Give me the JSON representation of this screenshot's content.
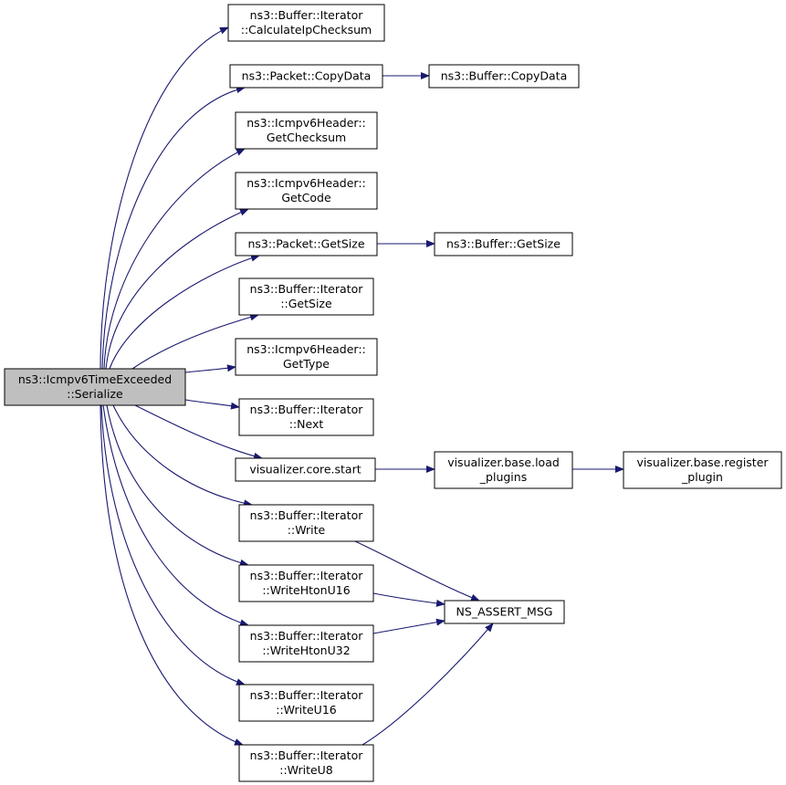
{
  "graph": {
    "edge_color": "#191970",
    "root_fill": "#bfbfbf",
    "node_fill": "#ffffff",
    "nodes": [
      {
        "id": "root",
        "lines": [
          "ns3::Icmpv6TimeExceeded",
          "::Serialize"
        ],
        "root": true
      },
      {
        "id": "calc_ip_checksum",
        "lines": [
          "ns3::Buffer::Iterator",
          "::CalculateIpChecksum"
        ]
      },
      {
        "id": "packet_copydata",
        "lines": [
          "ns3::Packet::CopyData"
        ]
      },
      {
        "id": "buffer_copydata",
        "lines": [
          "ns3::Buffer::CopyData"
        ]
      },
      {
        "id": "get_checksum",
        "lines": [
          "ns3::Icmpv6Header::",
          "GetChecksum"
        ]
      },
      {
        "id": "get_code",
        "lines": [
          "ns3::Icmpv6Header::",
          "GetCode"
        ]
      },
      {
        "id": "packet_getsize",
        "lines": [
          "ns3::Packet::GetSize"
        ]
      },
      {
        "id": "buffer_getsize",
        "lines": [
          "ns3::Buffer::GetSize"
        ]
      },
      {
        "id": "iter_getsize",
        "lines": [
          "ns3::Buffer::Iterator",
          "::GetSize"
        ]
      },
      {
        "id": "get_type",
        "lines": [
          "ns3::Icmpv6Header::",
          "GetType"
        ]
      },
      {
        "id": "iter_next",
        "lines": [
          "ns3::Buffer::Iterator",
          "::Next"
        ]
      },
      {
        "id": "vis_core_start",
        "lines": [
          "visualizer.core.start"
        ]
      },
      {
        "id": "vis_load_plugins",
        "lines": [
          "visualizer.base.load",
          "_plugins"
        ]
      },
      {
        "id": "vis_register_plugin",
        "lines": [
          "visualizer.base.register",
          "_plugin"
        ]
      },
      {
        "id": "iter_write",
        "lines": [
          "ns3::Buffer::Iterator",
          "::Write"
        ]
      },
      {
        "id": "write_htonu16",
        "lines": [
          "ns3::Buffer::Iterator",
          "::WriteHtonU16"
        ]
      },
      {
        "id": "ns_assert_msg",
        "lines": [
          "NS_ASSERT_MSG"
        ]
      },
      {
        "id": "write_htonu32",
        "lines": [
          "ns3::Buffer::Iterator",
          "::WriteHtonU32"
        ]
      },
      {
        "id": "write_u16",
        "lines": [
          "ns3::Buffer::Iterator",
          "::WriteU16"
        ]
      },
      {
        "id": "write_u8",
        "lines": [
          "ns3::Buffer::Iterator",
          "::WriteU8"
        ]
      }
    ],
    "edges": [
      {
        "from": "root",
        "to": "calc_ip_checksum"
      },
      {
        "from": "root",
        "to": "packet_copydata"
      },
      {
        "from": "root",
        "to": "get_checksum"
      },
      {
        "from": "root",
        "to": "get_code"
      },
      {
        "from": "root",
        "to": "packet_getsize"
      },
      {
        "from": "root",
        "to": "iter_getsize"
      },
      {
        "from": "root",
        "to": "get_type"
      },
      {
        "from": "root",
        "to": "iter_next"
      },
      {
        "from": "root",
        "to": "vis_core_start"
      },
      {
        "from": "root",
        "to": "iter_write"
      },
      {
        "from": "root",
        "to": "write_htonu16"
      },
      {
        "from": "root",
        "to": "write_htonu32"
      },
      {
        "from": "root",
        "to": "write_u16"
      },
      {
        "from": "root",
        "to": "write_u8"
      },
      {
        "from": "packet_copydata",
        "to": "buffer_copydata"
      },
      {
        "from": "packet_getsize",
        "to": "buffer_getsize"
      },
      {
        "from": "vis_core_start",
        "to": "vis_load_plugins"
      },
      {
        "from": "vis_load_plugins",
        "to": "vis_register_plugin"
      },
      {
        "from": "iter_write",
        "to": "ns_assert_msg"
      },
      {
        "from": "write_htonu16",
        "to": "ns_assert_msg"
      },
      {
        "from": "write_htonu32",
        "to": "ns_assert_msg"
      },
      {
        "from": "write_u8",
        "to": "ns_assert_msg"
      }
    ]
  }
}
